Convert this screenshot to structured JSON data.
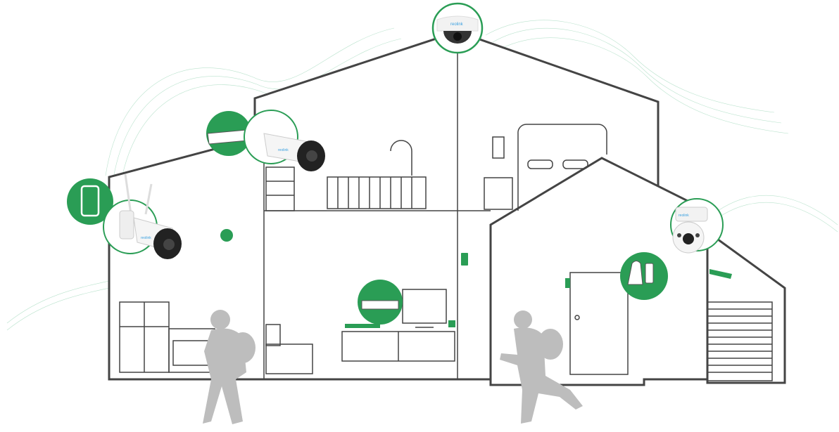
{
  "illustration": {
    "camera_brand": "reolink",
    "colors": {
      "accent": "#2a9d55",
      "outline": "#444444",
      "wave": "#9fd6b8",
      "silhouette": "#b8b8b8"
    },
    "devices": [
      {
        "name": "smartphone",
        "icon": "phone-icon"
      },
      {
        "name": "wifi-bullet-camera",
        "icon": "bullet-camera-icon"
      },
      {
        "name": "wired-bullet-camera",
        "icon": "bullet-camera-icon"
      },
      {
        "name": "dome-camera",
        "icon": "dome-camera-icon"
      },
      {
        "name": "ptz-camera",
        "icon": "ptz-camera-icon"
      },
      {
        "name": "nvr",
        "icon": "nvr-icon"
      },
      {
        "name": "door-sensor",
        "icon": "sensor-icon"
      }
    ]
  }
}
